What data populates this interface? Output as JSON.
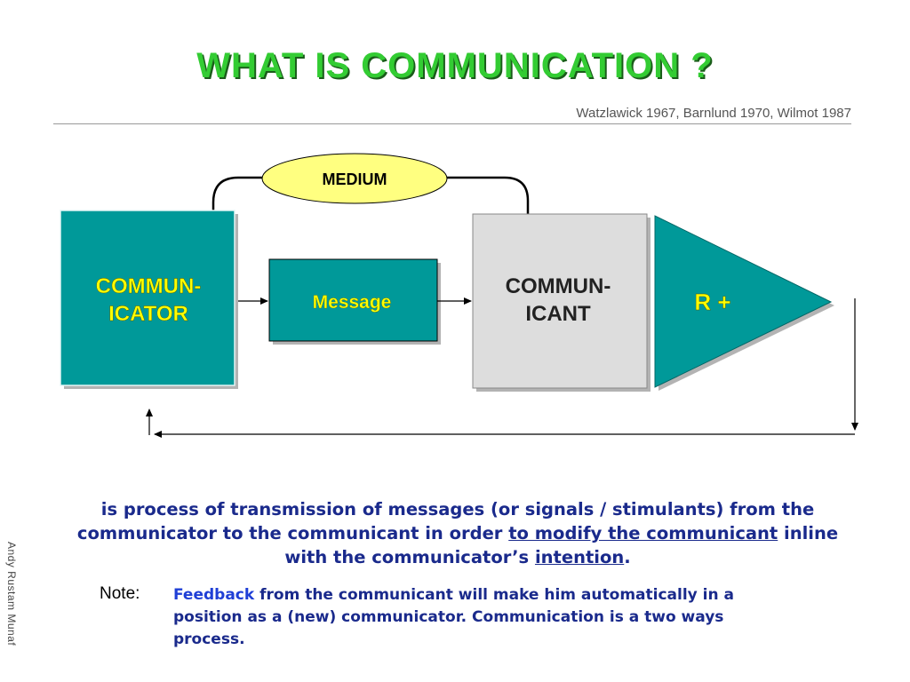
{
  "title": "WHAT IS COMMUNICATION ?",
  "citation": "Watzlawick 1967, Barnlund 1970, Wilmot 1987",
  "diagram": {
    "medium": "MEDIUM",
    "communicator_line1": "COMMUN-",
    "communicator_line2": "ICATOR",
    "message": "Message",
    "communicant_line1": "COMMUN-",
    "communicant_line2": "ICANT",
    "response": "R +"
  },
  "definition": {
    "part1": "is process of transmission of messages (or signals / stimulants) from the communicator to the communicant in order ",
    "underline1": "to modify the communicant",
    "part2": " inline with the communicator’s ",
    "underline2": "intention",
    "part3": "."
  },
  "note": {
    "label": "Note:",
    "highlight": "Feedback",
    "text": " from the communicant will make him automatically in a position as a (new) communicator. Communication is a two ways process."
  },
  "author_credit": "Andy Rustam Munaf",
  "colors": {
    "title": "#33cc33",
    "teal": "#009999",
    "gray_box": "#dddddd",
    "medium_fill": "#ffff80",
    "yellow_text": "#ffff00",
    "body_text": "#1a2a8c"
  }
}
